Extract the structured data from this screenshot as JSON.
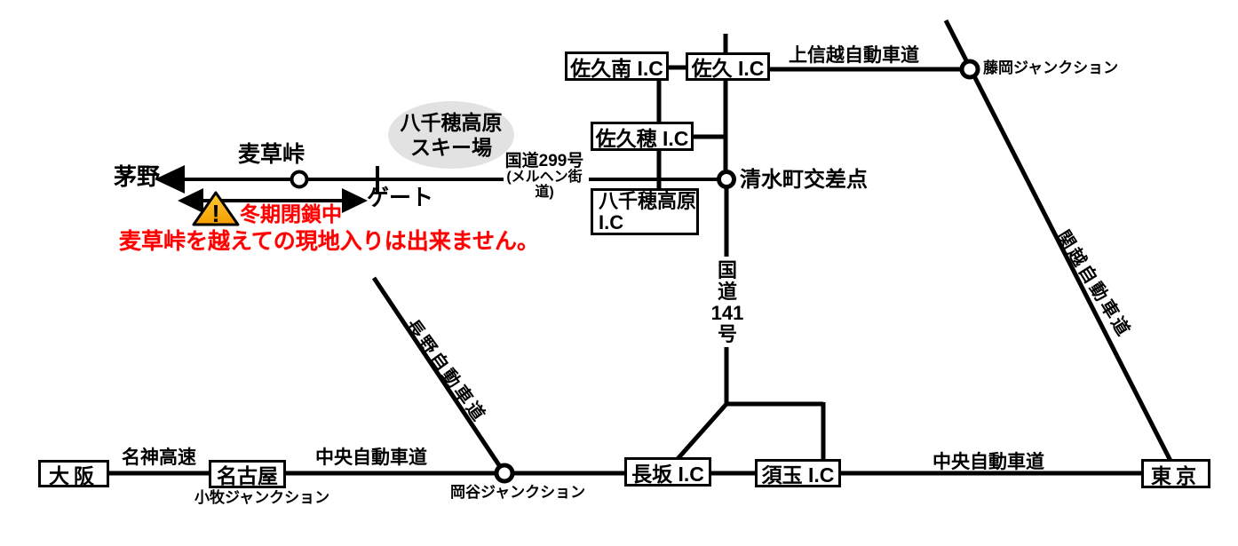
{
  "destination": {
    "name_line1": "八千穂高原",
    "name_line2": "スキー場"
  },
  "nodes": {
    "sakuminami_ic": "佐久南 I.C",
    "saku_ic": "佐久 I.C",
    "sakuho_ic": "佐久穂 I.C",
    "yachiho_ic_line1": "八千穂高原",
    "yachiho_ic_line2": "I.C",
    "nagasaka_ic": "長坂 I.C",
    "sutama_ic": "須玉 I.C",
    "osaka": "大阪",
    "nagoya": "名古屋",
    "tokyo": "東京",
    "chino": "茅野",
    "mugikusa_pass": "麦草峠",
    "gate": "ゲート",
    "shimizumachi_crossing": "清水町交差点",
    "fujioka_jct": "藤岡ジャンクション",
    "komaki_jct": "小牧ジャンクション",
    "okaya_jct": "岡谷ジャンクション"
  },
  "roads": {
    "joshinetsu": "上信越自動車道",
    "kanetsu": "関越自動車道",
    "nagano": "長野自動車道",
    "chuo_left": "中央自動車道",
    "chuo_right": "中央自動車道",
    "meishin": "名神高速",
    "route299_line1": "国道299号",
    "route299_line2": "(メルヘン街道)",
    "route141_stack": [
      "国",
      "道",
      "141",
      "号"
    ]
  },
  "warning": {
    "exclamation": "!",
    "closed": "冬期閉鎖中",
    "message": "麦草峠を越えての現地入りは出来ません。"
  },
  "colors": {
    "road": "#000000",
    "warning_text": "#ff0000",
    "resort_ellipse_fill": "#e2e2e2",
    "triangle_top": "#ffcc33",
    "triangle_bottom": "#f59d00"
  }
}
